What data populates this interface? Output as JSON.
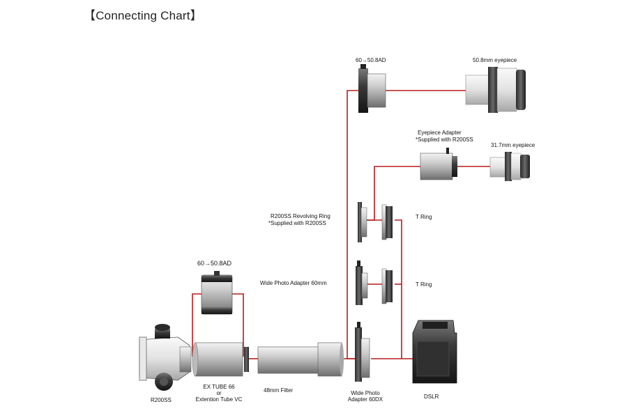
{
  "title": "【Connecting Chart】",
  "colors": {
    "connector": "#b71c1c",
    "metal_dark": "#3a3a3a",
    "metal_light": "#d7d7d7"
  },
  "labels": {
    "adapter_top": "60→50.8AD",
    "eyepiece_508": "50.8mm eyepiece",
    "eyepiece_adapter_line1": "Eyepiece Adapter",
    "eyepiece_adapter_line2": "*Supplied with R200SS",
    "eyepiece_317": "31.7mm eyepiece",
    "revolving_ring_line1": "R200SS Revolving Ring",
    "revolving_ring_line2": "*Supplied with R200SS",
    "t_ring_1": "T Ring",
    "wide_photo_60": "Wide Photo Adapter 60mm",
    "t_ring_2": "T Ring",
    "adapter_left": "60→50.8AD",
    "r200ss": "R200SS",
    "ex_tube_line1": "EX TUBE 66",
    "ex_tube_line2": "or",
    "ex_tube_line3": "Extention Tube VC",
    "filter": "48mm Filter",
    "wide_photo_60dx_line1": "Wide Photo",
    "wide_photo_60dx_line2": "Adapter 60DX",
    "dslr": "DSLR"
  }
}
